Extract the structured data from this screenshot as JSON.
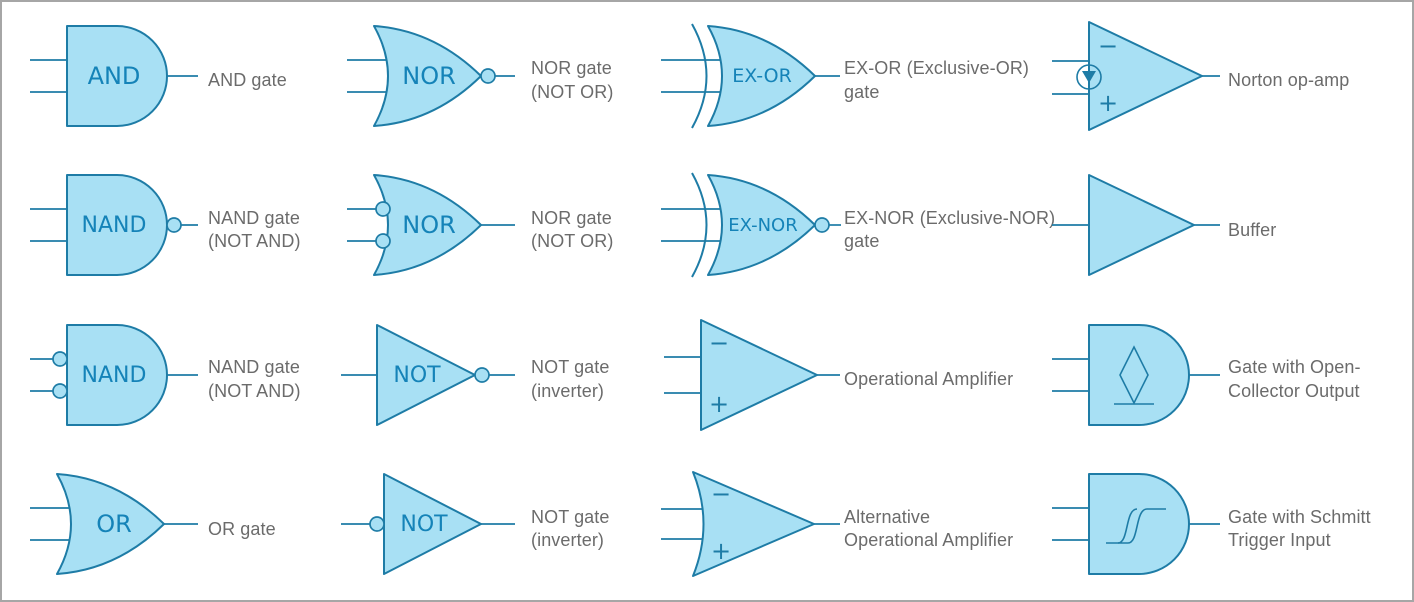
{
  "colors": {
    "shape_fill": "#a8e0f4",
    "shape_stroke": "#1e7ca6",
    "gate_text": "#1583b8",
    "label_text": "#6b6b6b",
    "page_border": "#a6a6a6"
  },
  "cells": [
    {
      "symbol": "and-gate",
      "symbol_text": "AND",
      "label": "AND gate"
    },
    {
      "symbol": "nor-gate-output-bubble",
      "symbol_text": "NOR",
      "label": "NOR gate\n(NOT OR)"
    },
    {
      "symbol": "ex-or-gate",
      "symbol_text": "EX-OR",
      "label": "EX-OR (Exclusive-OR)\ngate"
    },
    {
      "symbol": "norton-op-amp",
      "minus": "−",
      "plus": "+",
      "label": "Norton op-amp"
    },
    {
      "symbol": "nand-gate-output-bubble",
      "symbol_text": "NAND",
      "label": "NAND gate\n(NOT AND)"
    },
    {
      "symbol": "nor-gate-input-bubbles",
      "symbol_text": "NOR",
      "label": "NOR gate\n(NOT OR)"
    },
    {
      "symbol": "ex-nor-gate",
      "symbol_text": "EX-NOR",
      "label": "EX-NOR (Exclusive-NOR)\ngate"
    },
    {
      "symbol": "buffer",
      "label": "Buffer"
    },
    {
      "symbol": "nand-gate-input-bubbles",
      "symbol_text": "NAND",
      "label": "NAND gate\n(NOT AND)"
    },
    {
      "symbol": "not-gate-output-bubble",
      "symbol_text": "NOT",
      "label": "NOT gate\n(inverter)"
    },
    {
      "symbol": "operational-amplifier",
      "minus": "−",
      "plus": "+",
      "label": "Operational Amplifier"
    },
    {
      "symbol": "gate-open-collector",
      "label": "Gate with Open-\nCollector Output"
    },
    {
      "symbol": "or-gate",
      "symbol_text": "OR",
      "label": "OR gate"
    },
    {
      "symbol": "not-gate-input-bubble",
      "symbol_text": "NOT",
      "label": "NOT gate\n(inverter)"
    },
    {
      "symbol": "alt-operational-amplifier",
      "minus": "−",
      "plus": "+",
      "label": "Alternative\nOperational Amplifier"
    },
    {
      "symbol": "gate-schmitt-trigger",
      "label": "Gate with Schmitt\nTrigger Input"
    }
  ]
}
